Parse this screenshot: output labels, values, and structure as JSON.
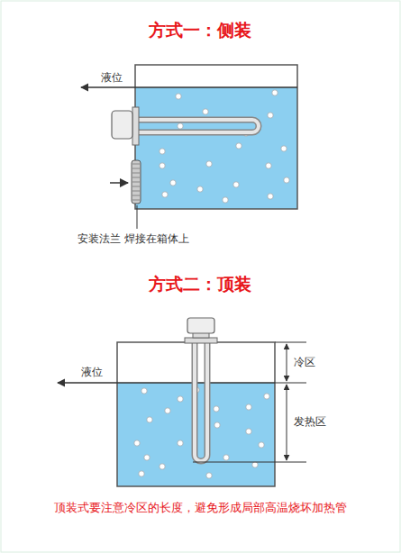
{
  "diagram": {
    "labels": [
      "方式一：侧装",
      "液位",
      "安装法兰 焊接在箱体上",
      "方式二：顶装",
      "液位",
      "冷区",
      "发热区",
      "顶装式要注意冷区的长度，避免形成局部高温烧坏加热管"
    ]
  }
}
